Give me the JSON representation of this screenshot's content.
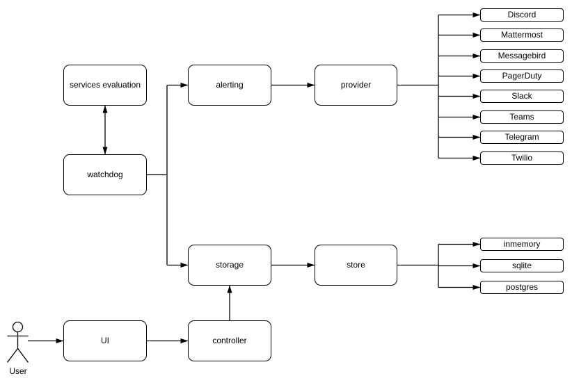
{
  "diagram": {
    "nodes": {
      "services_evaluation": "services evaluation",
      "watchdog": "watchdog",
      "alerting": "alerting",
      "provider": "provider",
      "storage": "storage",
      "store": "store",
      "ui": "UI",
      "controller": "controller"
    },
    "providers": [
      "Discord",
      "Mattermost",
      "Messagebird",
      "PagerDuty",
      "Slack",
      "Teams",
      "Telegram",
      "Twilio"
    ],
    "stores": [
      "inmemory",
      "sqlite",
      "postgres"
    ],
    "actor": {
      "label": "User"
    },
    "colors": {
      "stroke": "#000000",
      "node_fill": "#ffffff",
      "background": "#ffffff"
    }
  }
}
